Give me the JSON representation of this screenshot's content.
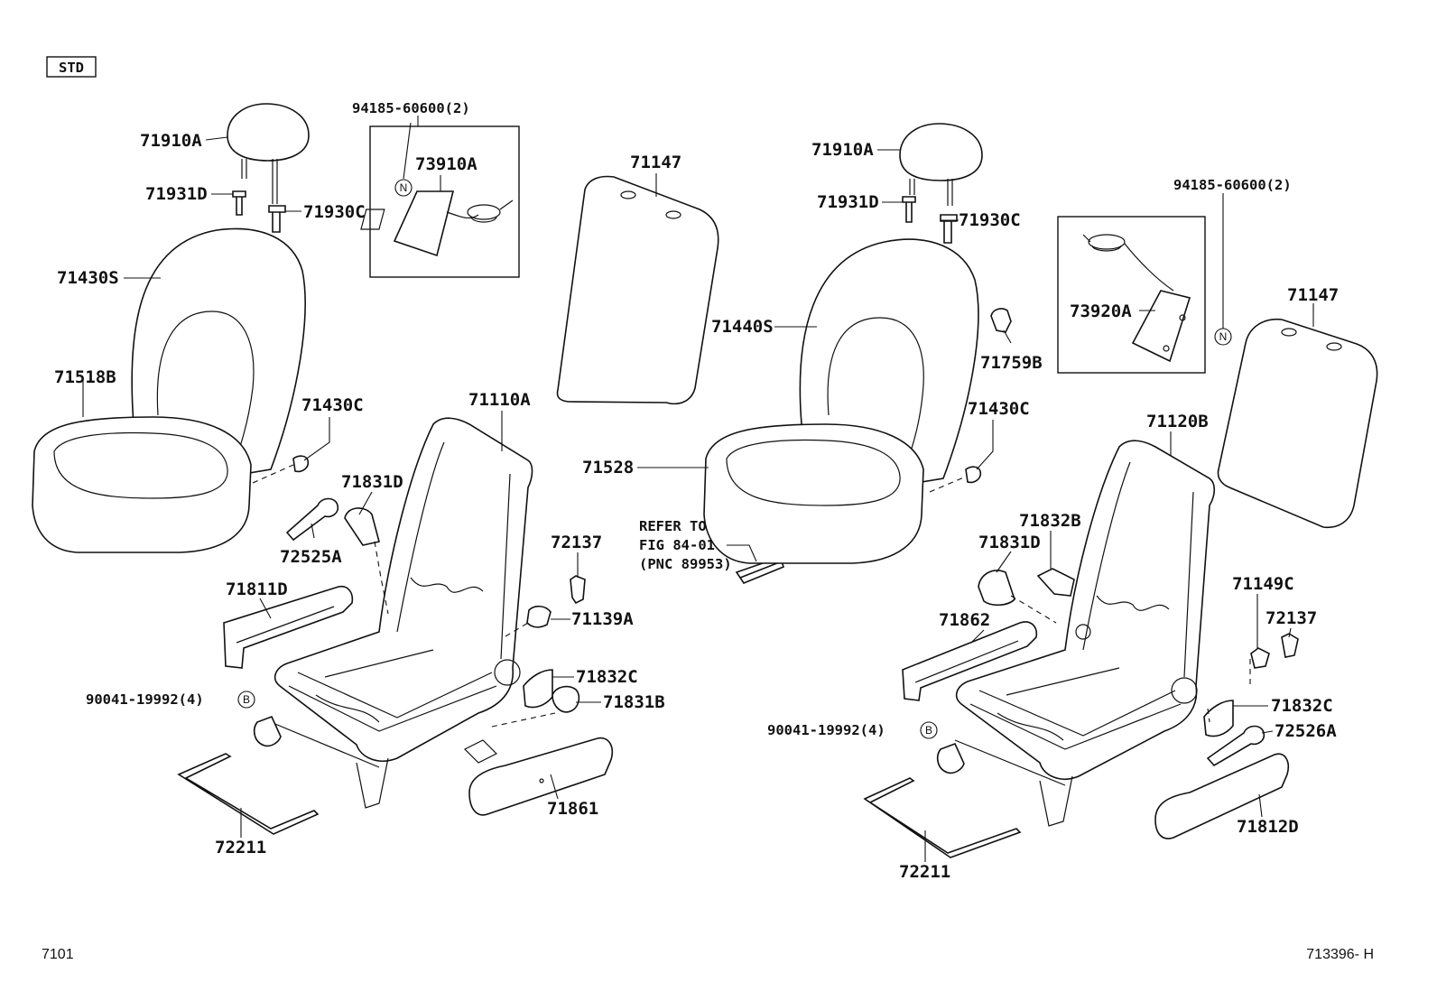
{
  "variant_badge": "STD",
  "footer": {
    "left": "7101",
    "right": "713396- H"
  },
  "markers": {
    "n": "N",
    "b": "B"
  },
  "labels": {
    "left": {
      "headrest": "71910A",
      "guide_d": "71931D",
      "guide_c": "71930C",
      "back_cover": "71430S",
      "cushion_cover": "71518B",
      "clip": "71430C",
      "frame": "71110A",
      "cover_inner": "71831D",
      "lever": "72525A",
      "shield": "71811D",
      "pad_72137": "72137",
      "bracket": "71139A",
      "cover_c": "71832C",
      "cover_b": "71831B",
      "bolt": "90041-19992(4)",
      "rod": "72211",
      "shield_outer": "71861",
      "bolt_n": "94185-60600(2)",
      "heater": "73910A"
    },
    "center": {
      "back_board": "71147",
      "refer_1": "REFER TO",
      "refer_2": "FIG 84-01",
      "refer_3": "(PNC 89953)",
      "cushion_pad": "71528"
    },
    "right": {
      "headrest": "71910A",
      "guide_d": "71931D",
      "guide_c": "71930C",
      "back_cover": "71440S",
      "hook": "71759B",
      "clip": "71430C",
      "frame": "71120B",
      "cover_b": "71832B",
      "cover_inner": "71831D",
      "shield": "71862",
      "bracket": "71149C",
      "pad_72137": "72137",
      "cover_c": "71832C",
      "lever": "72526A",
      "bolt": "90041-19992(4)",
      "rod": "72211",
      "shield_outer": "71812D",
      "bolt_n": "94185-60600(2)",
      "heater": "73920A",
      "back_board": "71147"
    }
  }
}
